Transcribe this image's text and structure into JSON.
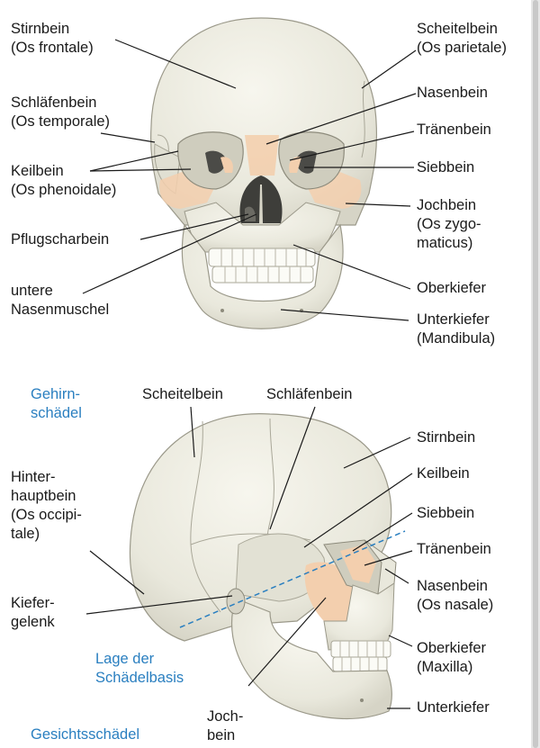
{
  "front": {
    "stirnbein": "Stirnbein\n(Os frontale)",
    "scheitelbein": "Scheitelbein\n(Os parietale)",
    "nasenbein": "Nasenbein",
    "schlaefenbein": "Schläfenbein\n(Os temporale)",
    "traenenbein": "Tränenbein",
    "keilbein": "Keilbein\n(Os phenoidale)",
    "siebbein": "Siebbein",
    "jochbein": "Jochbein\n(Os zygo-\nmaticus)",
    "pflugscharbein": "Pflugscharbein",
    "untere_nasenmuschel": "untere\nNasenmuschel",
    "oberkiefer": "Oberkiefer",
    "unterkiefer": "Unterkiefer\n(Mandibula)"
  },
  "side": {
    "gehirnschaedel": "Gehirn-\nschädel",
    "scheitelbein": "Scheitelbein",
    "schlaefenbein": "Schläfenbein",
    "stirnbein": "Stirnbein",
    "keilbein": "Keilbein",
    "hinterhauptbein": "Hinter-\nhauptbein\n(Os occipi-\ntale)",
    "siebbein": "Siebbein",
    "traenenbein": "Tränenbein",
    "nasenbein": "Nasenbein\n(Os nasale)",
    "kiefergelenk": "Kiefer-\ngelenk",
    "lage_schaedelbasis": "Lage der\nSchädelbasis",
    "oberkiefer": "Oberkiefer\n(Maxilla)",
    "unterkiefer": "Unterkiefer",
    "jochbein": "Joch-\nbein",
    "gesichtsschaedel": "Gesichtsschädel"
  },
  "colors": {
    "bone": "#eeeee4",
    "bone_shadow": "#d9d8cc",
    "accent_bone": "#f3cfae",
    "label_blue": "#2a7fc0",
    "leader": "#1a1a1a"
  }
}
